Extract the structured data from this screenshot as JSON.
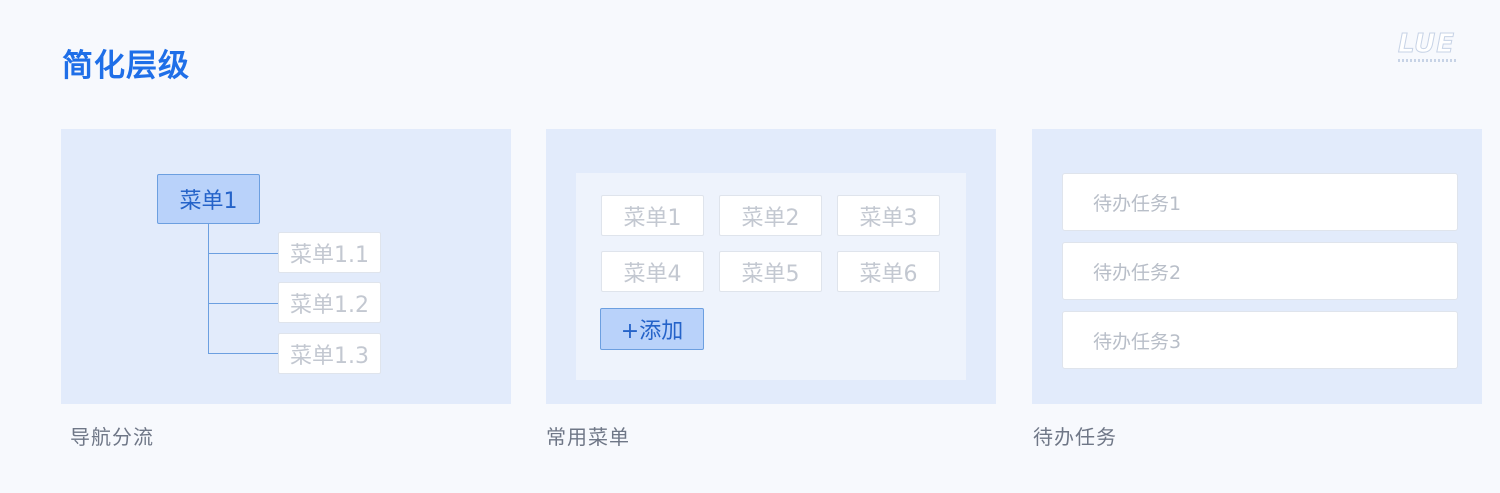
{
  "header": {
    "title": "简化层级"
  },
  "logo": {
    "text": "LUE"
  },
  "panels": {
    "nav": {
      "caption": "导航分流",
      "root": "菜单1",
      "children": [
        "菜单1.1",
        "菜单1.2",
        "菜单1.3"
      ]
    },
    "common": {
      "caption": "常用菜单",
      "items": [
        "菜单1",
        "菜单2",
        "菜单3",
        "菜单4",
        "菜单5",
        "菜单6"
      ],
      "add_label": "+添加"
    },
    "todo": {
      "caption": "待办任务",
      "items": [
        "待办任务1",
        "待办任务2",
        "待办任务3"
      ]
    }
  },
  "colors": {
    "accent": "#1f6fe8",
    "panel_bg": "#e2ebfb",
    "active_bg": "#b9d2fa",
    "active_border": "#6c9fe0"
  }
}
